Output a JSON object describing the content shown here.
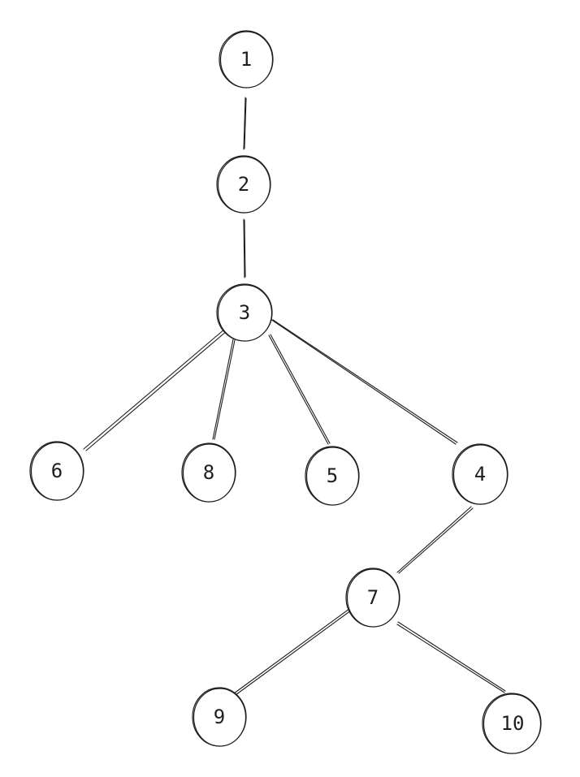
{
  "diagram": {
    "type": "tree",
    "stroke_color": "#1e1e1e",
    "background_color": "#ffffff",
    "nodes": [
      {
        "id": "n1",
        "label": "1"
      },
      {
        "id": "n2",
        "label": "2"
      },
      {
        "id": "n3",
        "label": "3"
      },
      {
        "id": "n6",
        "label": "6"
      },
      {
        "id": "n8",
        "label": "8"
      },
      {
        "id": "n5",
        "label": "5"
      },
      {
        "id": "n4",
        "label": "4"
      },
      {
        "id": "n7",
        "label": "7"
      },
      {
        "id": "n9",
        "label": "9"
      },
      {
        "id": "n10",
        "label": "10"
      }
    ],
    "edges": [
      {
        "from": "1",
        "to": "2"
      },
      {
        "from": "2",
        "to": "3"
      },
      {
        "from": "3",
        "to": "6"
      },
      {
        "from": "3",
        "to": "8"
      },
      {
        "from": "3",
        "to": "5"
      },
      {
        "from": "3",
        "to": "4"
      },
      {
        "from": "4",
        "to": "7"
      },
      {
        "from": "7",
        "to": "9"
      },
      {
        "from": "7",
        "to": "10"
      }
    ]
  }
}
